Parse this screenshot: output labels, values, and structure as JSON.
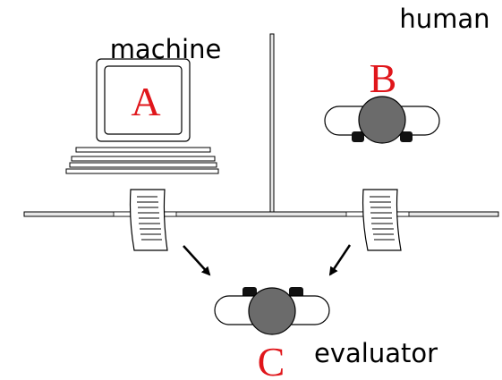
{
  "labels": {
    "human": "human",
    "machine": "machine",
    "evaluator": "evaluator"
  },
  "letters": {
    "machine": "A",
    "human": "B",
    "evaluator": "C"
  },
  "colors": {
    "letter": "#e0161b",
    "line": "#000000",
    "wall_fill": "#e8e8e8",
    "head_fill": "#6b6b6b",
    "hand_fill": "#111111",
    "background": "#ffffff"
  },
  "icons": {
    "computer": "computer-icon",
    "paper": "paper-sheet-icon",
    "person": "person-topdown-icon",
    "arrow": "arrow-icon"
  }
}
